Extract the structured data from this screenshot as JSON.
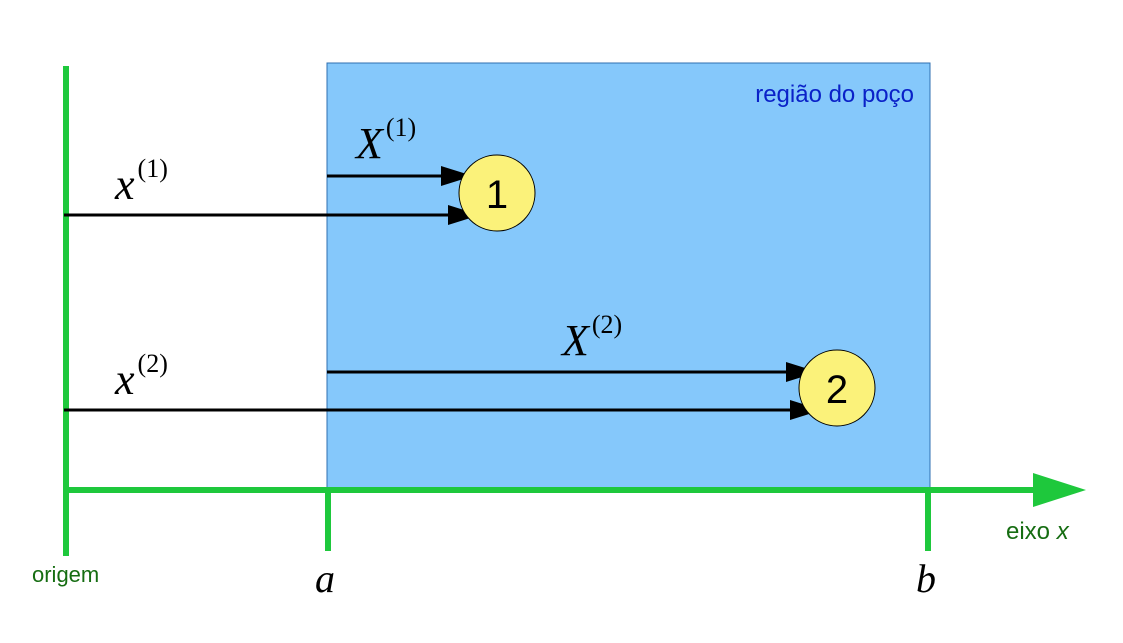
{
  "colors": {
    "axis": "#1ec83c",
    "well_fill": "#85c8fb",
    "well_border": "#2f6fb0",
    "particle_fill": "#fbf27a",
    "arrow": "#000000",
    "region_label": "#0a21c8",
    "axis_label": "#166d12"
  },
  "region_label": "região do poço",
  "axis_label": {
    "text": "eixo ",
    "var": "x"
  },
  "origin_label": "origem",
  "ticks": {
    "a": "a",
    "b": "b"
  },
  "particles": [
    {
      "label": "1",
      "lower": {
        "base": "x",
        "sup": "(1)"
      },
      "upper": {
        "base": "X",
        "sup": "(1)"
      }
    },
    {
      "label": "2",
      "lower": {
        "base": "x",
        "sup": "(2)"
      },
      "upper": {
        "base": "X",
        "sup": "(2)"
      }
    }
  ]
}
